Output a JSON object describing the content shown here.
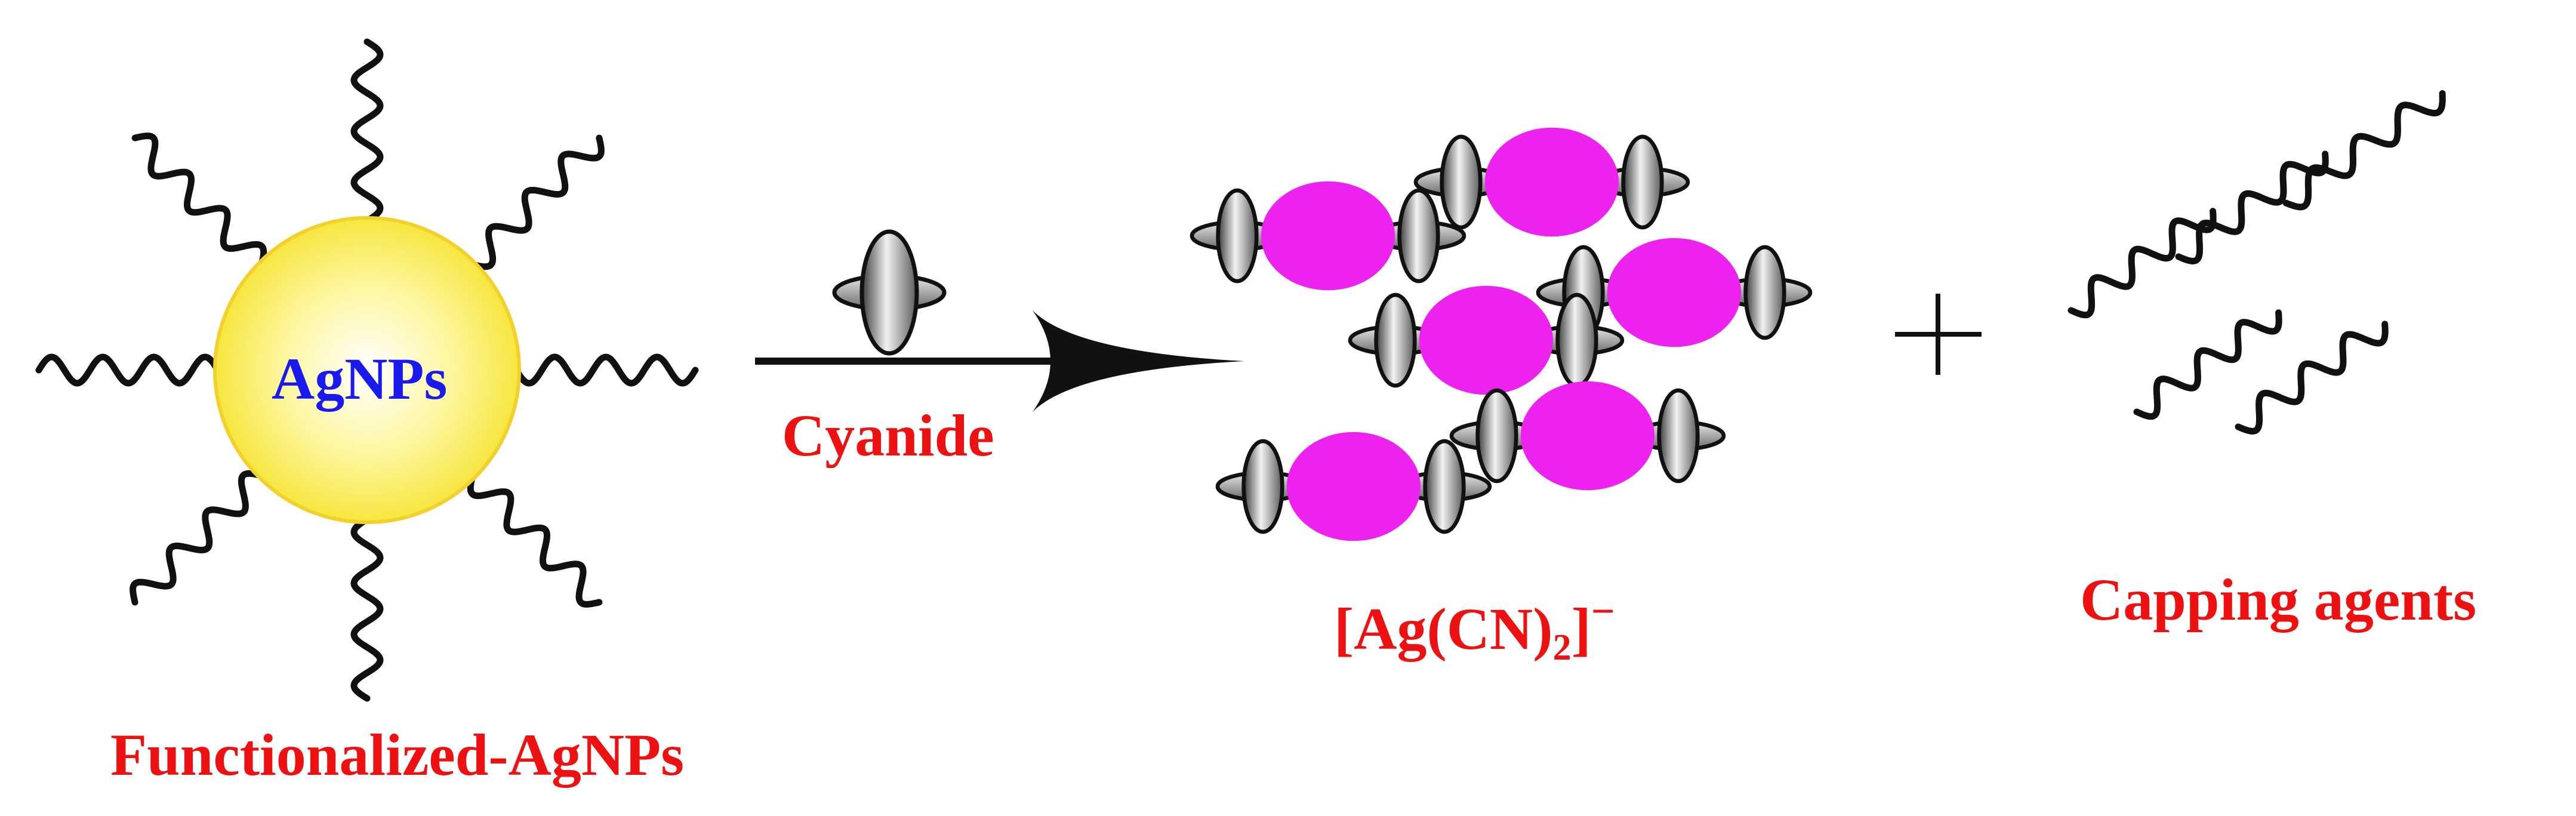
{
  "labels": {
    "core": "AgNPs",
    "reagent": "Cyanide",
    "complex_prefix": "[Ag(CN)",
    "complex_subscript": "2",
    "complex_bracket": "]",
    "complex_charge": "−",
    "capping": "Capping agents",
    "functionalized": "Functionalized-AgNPs",
    "plus": "+"
  },
  "colors": {
    "label_red": "#ee1111",
    "core_blue": "#1a1aee",
    "nanoparticle_fill": "#fbf34a",
    "nanoparticle_rim": "#f4d430",
    "silver_ion": "#ee22ee",
    "ligand": "#111111"
  }
}
